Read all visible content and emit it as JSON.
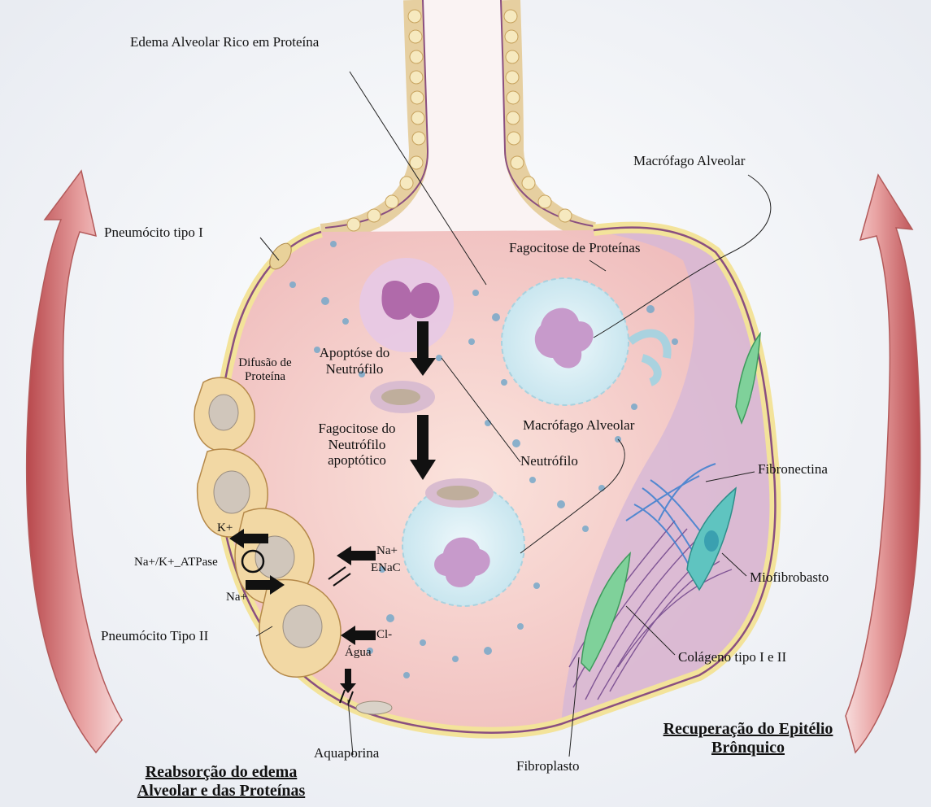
{
  "colors": {
    "background": "#f4f5f8",
    "alveolus_fill": "#f2c9c9",
    "wall_yellow": "#f3e39a",
    "wall_purple": "#8a4f80",
    "type_two_cell": "#f1d9a8",
    "macrophage": "#dff1f7",
    "neutrophil": "#c78fc4",
    "fibrosis": "#c9a6cf",
    "collagen": "#6a3d86",
    "fibronectin": "#3b7fd0",
    "myofibroblast": "#5fc4c0",
    "fibroblast": "#7fd19a",
    "arrow_side": "#c45a5a"
  },
  "labels": {
    "edema": "Edema Alveolar Rico em Proteína",
    "macrophage_top": "Macrófago Alveolar",
    "pneumocyte_one": "Pneumócito tipo I",
    "phago_proteins": "Fagocitose de Proteínas",
    "diffusion_line1": "Difusão de",
    "diffusion_line2": "Proteína",
    "apoptosis_line1": "Apoptóse do",
    "apoptosis_line2": "Neutrófilo",
    "phago_neutro_line1": "Fagocitose do",
    "phago_neutro_line2": "Neutrófilo",
    "phago_neutro_line3": "apoptótico",
    "macrophage_mid": "Macrófago Alveolar",
    "neutrophil": "Neutrófilo",
    "fibronectin": "Fibronectina",
    "k_plus": "K+",
    "atpase": "Na+/K+_ATPase",
    "na_plus_left": "Na+",
    "na_plus_right": "Na+",
    "enac": "ENaC",
    "myofibroblast": "Miofibrobasto",
    "pneumocyte_two": "Pneumócito Tipo II",
    "chloride": "Cl-",
    "water": "Água",
    "collagen": "Colágeno tipo I e II",
    "aquaporin": "Aquaporina",
    "fibroblast": "Fibroplasto",
    "recovery_line1": "Recuperação do Epitélio",
    "recovery_line2": "Brônquico",
    "reabsorption_line1": "Reabsorção do edema",
    "reabsorption_line2": "Alveolar e das Proteínas"
  }
}
